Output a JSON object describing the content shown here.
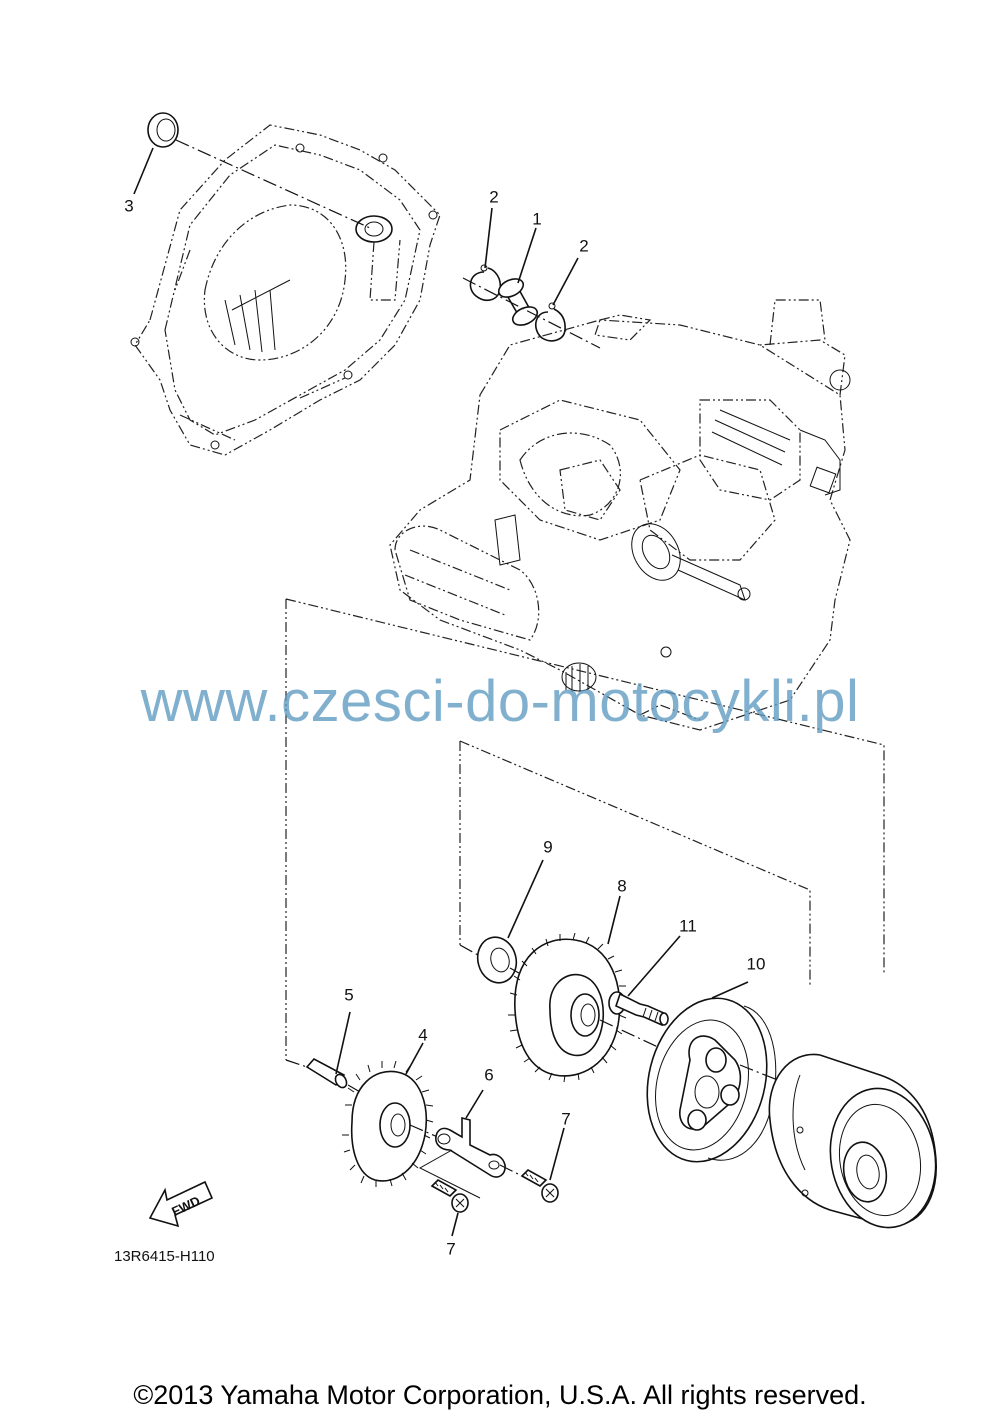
{
  "diagram": {
    "callouts": [
      {
        "id": "1",
        "label": "1"
      },
      {
        "id": "2a",
        "label": "2"
      },
      {
        "id": "2b",
        "label": "2"
      },
      {
        "id": "3",
        "label": "3"
      },
      {
        "id": "4",
        "label": "4"
      },
      {
        "id": "5",
        "label": "5"
      },
      {
        "id": "6",
        "label": "6"
      },
      {
        "id": "7a",
        "label": "7"
      },
      {
        "id": "7b",
        "label": "7"
      },
      {
        "id": "8",
        "label": "8"
      },
      {
        "id": "9",
        "label": "9"
      },
      {
        "id": "10",
        "label": "10"
      },
      {
        "id": "11",
        "label": "11"
      }
    ],
    "fwd_label": "FWD",
    "drawing_code": "13R6415-H110"
  },
  "watermark": "www.czesci-do-motocykli.pl",
  "copyright": "©2013 Yamaha Motor Corporation, U.S.A. All rights reserved."
}
